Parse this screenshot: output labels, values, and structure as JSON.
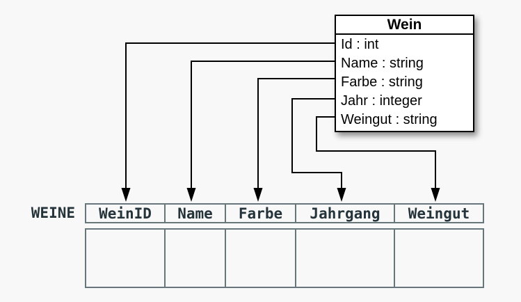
{
  "class_box": {
    "title": "Wein",
    "attributes": [
      "Id : int",
      "Name : string",
      "Farbe : string",
      "Jahr : integer",
      "Weingut : string"
    ]
  },
  "table": {
    "label": "WEINE",
    "columns": [
      "WeinID",
      "Name",
      "Farbe",
      "Jahrgang",
      "Weingut"
    ]
  },
  "connections": [
    {
      "from": "Id",
      "to": "WeinID"
    },
    {
      "from": "Name",
      "to": "Name"
    },
    {
      "from": "Farbe",
      "to": "Farbe"
    },
    {
      "from": "Jahr",
      "to": "Jahrgang"
    },
    {
      "from": "Weingut",
      "to": "Weingut"
    }
  ],
  "colors": {
    "background": "#f8f8f8",
    "box_border": "#000000",
    "box_fill": "#ffffff",
    "box_text": "#000000",
    "connector": "#000000",
    "table_border": "#67767a",
    "table_text": "#25333a"
  }
}
